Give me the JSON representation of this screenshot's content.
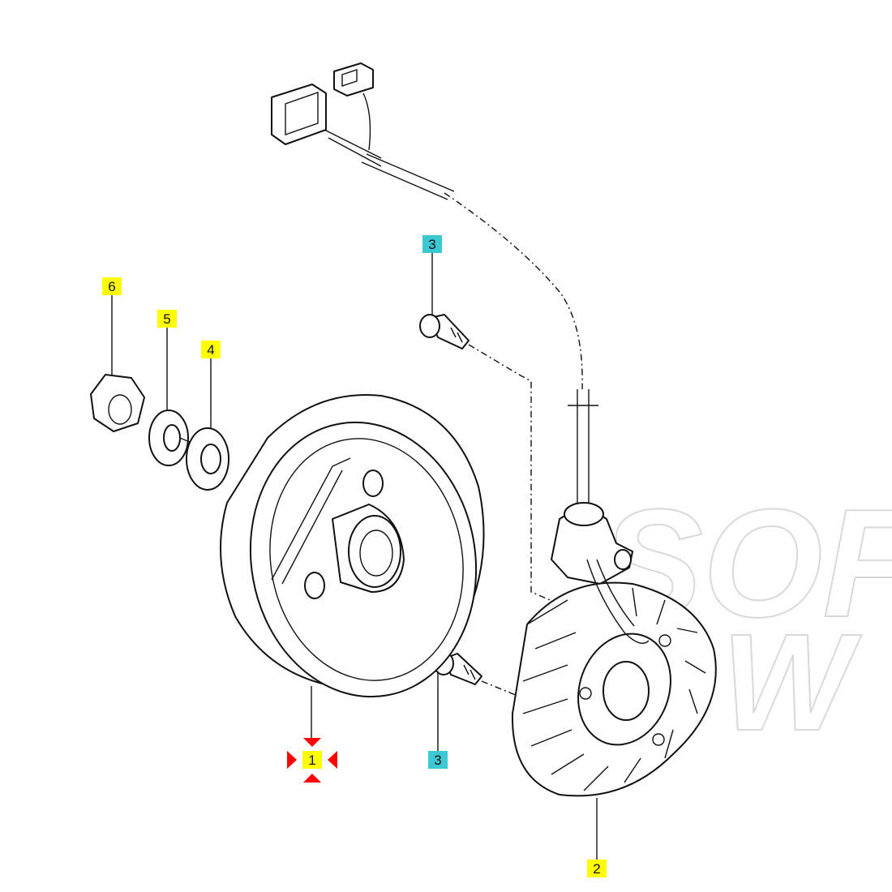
{
  "diagram": {
    "watermark_line1": "SOF",
    "watermark_line2": "W",
    "callouts": [
      {
        "id": "1",
        "label": "1",
        "style": "yellow",
        "marker": "red-arrows"
      },
      {
        "id": "2",
        "label": "2",
        "style": "yellow"
      },
      {
        "id": "3a",
        "label": "3",
        "style": "cyan"
      },
      {
        "id": "3b",
        "label": "3",
        "style": "cyan"
      },
      {
        "id": "4",
        "label": "4",
        "style": "yellow"
      },
      {
        "id": "5",
        "label": "5",
        "style": "yellow"
      },
      {
        "id": "6",
        "label": "6",
        "style": "yellow"
      }
    ]
  },
  "colors": {
    "yellow_tag": "#ffff00",
    "cyan_tag": "#3cc8d2",
    "marker_red": "#ff0000",
    "line": "#111111"
  }
}
